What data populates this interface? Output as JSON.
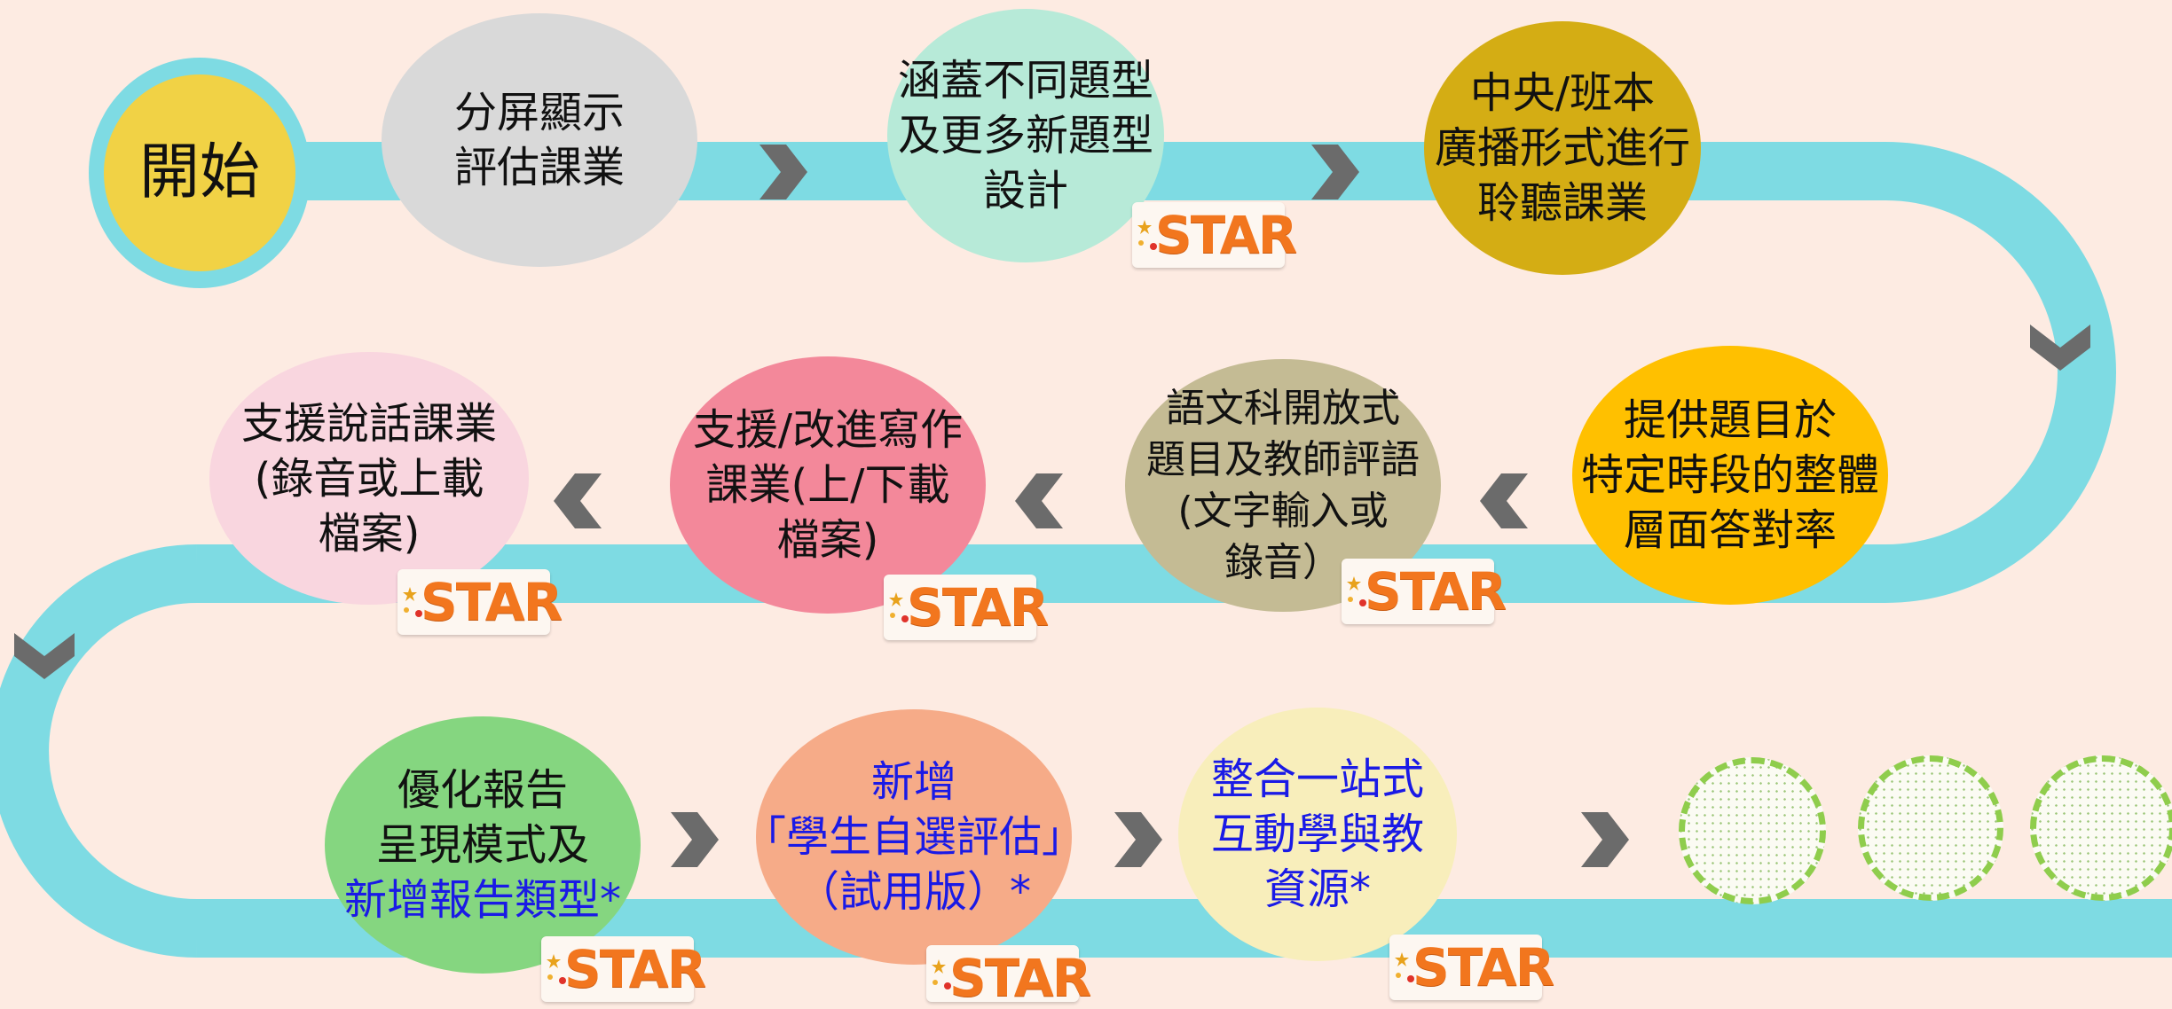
{
  "start": {
    "label": "開始"
  },
  "nodes": [
    {
      "id": "split-screen",
      "lines": [
        "分屏顯示",
        "評估課業"
      ],
      "color": "#d9d9d9",
      "star": false
    },
    {
      "id": "question-types",
      "lines": [
        "涵蓋不同題型",
        "及更多新題型",
        "設計"
      ],
      "color": "#b7ead8",
      "star": true
    },
    {
      "id": "broadcast",
      "lines": [
        "中央/班本",
        "廣播形式進行",
        "聆聽課業"
      ],
      "color": "#d4ad14",
      "star": false
    },
    {
      "id": "accuracy",
      "lines": [
        "提供題目於",
        "特定時段的整體",
        "層面答對率"
      ],
      "color": "#ffc000",
      "star": false
    },
    {
      "id": "open-questions",
      "lines": [
        "語文科開放式",
        "題目及教師評語",
        "(文字輸入或",
        "錄音）"
      ],
      "color": "#c4bb94",
      "star": true
    },
    {
      "id": "writing",
      "lines": [
        "支援/改進寫作",
        "課業(上/下載",
        "檔案)"
      ],
      "color": "#f3889a",
      "star": true
    },
    {
      "id": "speaking",
      "lines": [
        "支援說話課業",
        "(錄音或上載",
        "檔案)"
      ],
      "color": "#f9d6df",
      "star": true
    },
    {
      "id": "reports",
      "lines": [
        "優化報告",
        "呈現模式及"
      ],
      "blue_lines": [
        "新增報告類型*"
      ],
      "color": "#85d680",
      "star": true
    },
    {
      "id": "self-assessment",
      "lines": [],
      "blue_lines": [
        "新增",
        "「學生自選評估」",
        "（試用版）*"
      ],
      "color": "#f6ab88",
      "star": true
    },
    {
      "id": "one-stop",
      "lines": [],
      "blue_lines": [
        "整合一站式",
        "互動學與教",
        "資源*"
      ],
      "color": "#f8eebb",
      "star": true
    }
  ],
  "badge": {
    "text": "STAR",
    "word_color": "#f2761e"
  },
  "colors": {
    "background": "#fdebe2",
    "road": "#7edbe3",
    "chevron": "#6b6b6b",
    "start_fill": "#f1d245",
    "start_ring": "#7edbe3"
  }
}
